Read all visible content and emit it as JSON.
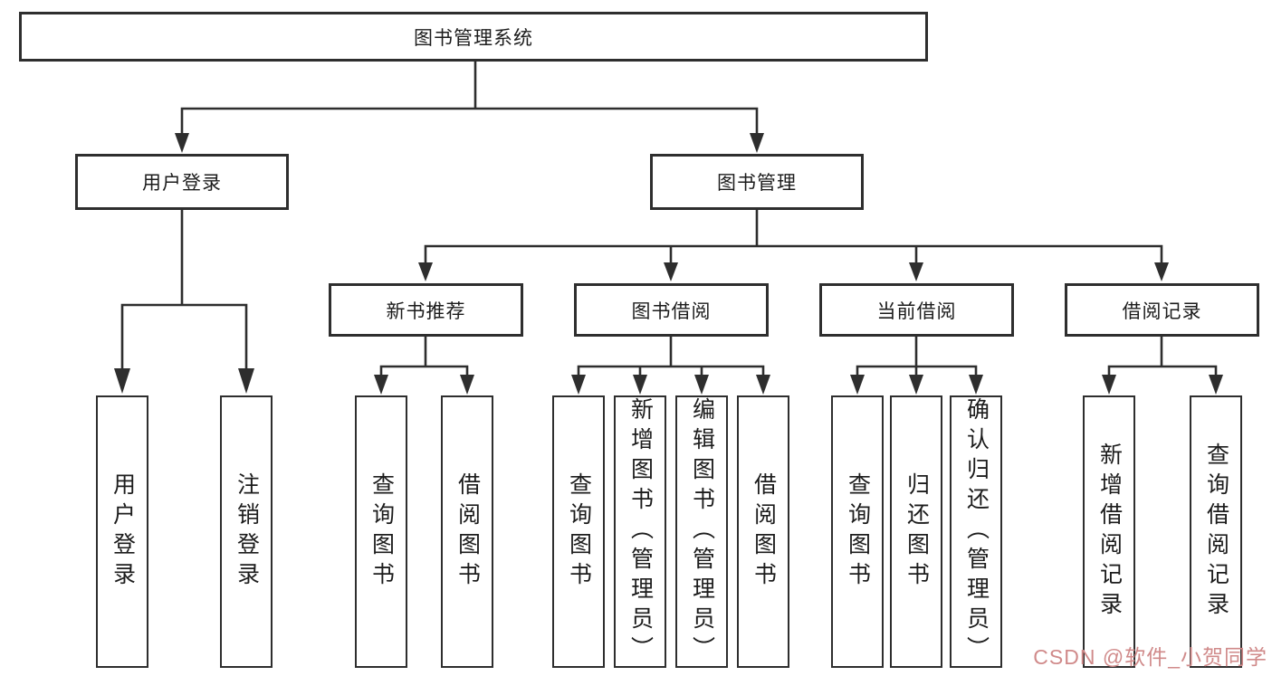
{
  "diagram": {
    "root": {
      "label": "图书管理系统"
    },
    "level2": {
      "login": {
        "label": "用户登录"
      },
      "management": {
        "label": "图书管理"
      }
    },
    "level3": {
      "recommend": {
        "label": "新书推荐"
      },
      "borrow": {
        "label": "图书借阅"
      },
      "current": {
        "label": "当前借阅"
      },
      "records": {
        "label": "借阅记录"
      }
    },
    "leaves": {
      "login": [
        "用户登录",
        "注销登录"
      ],
      "recommend": [
        "查询图书",
        "借阅图书"
      ],
      "borrow": [
        "查询图书",
        "新增图书（管理员）",
        "编辑图书（管理员）",
        "借阅图书"
      ],
      "current": [
        "查询图书",
        "归还图书",
        "确认归还（管理员）"
      ],
      "records": [
        "新增借阅记录",
        "查询借阅记录"
      ]
    }
  },
  "watermark": {
    "text": "CSDN @软件_小贺同学",
    "color": "#d08a8a"
  },
  "colors": {
    "line": "#2e2e2e",
    "box_border": "#2e2e2e",
    "text": "#1c1c1c",
    "background": "#ffffff"
  }
}
